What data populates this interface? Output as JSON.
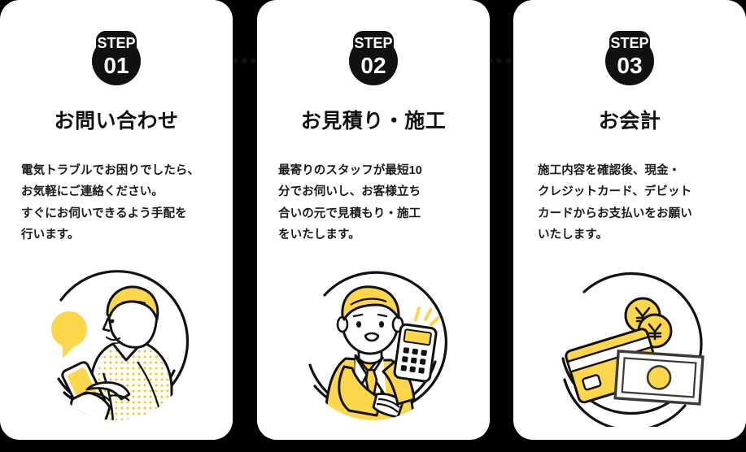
{
  "theme": {
    "background": "#000000",
    "card_background": "#ffffff",
    "ink": "#111111",
    "accent_yellow": "#FCD64B",
    "accent_yellow_dark": "#F5C518"
  },
  "connectors": [
    {
      "name": "connector-step1-step2",
      "style": "dotted",
      "dot_count": 17
    },
    {
      "name": "connector-step2-step3",
      "style": "dotted",
      "dot_count": 17
    }
  ],
  "cards": [
    {
      "badge_label": "STEP",
      "badge_number": "01",
      "title": "お問い合わせ",
      "body_lines": [
        "電気トラブルでお困りでしたら、",
        "お気軽にご連絡ください。",
        "すぐにお伺いできるよう手配を",
        "行います。"
      ],
      "illustration": "person-with-smartphone-icon"
    },
    {
      "badge_label": "STEP",
      "badge_number": "02",
      "title": "お見積り・施工",
      "body_lines": [
        "最寄りのスタッフが最短10",
        "分でお伺いし、お客様立ち",
        "合いの元で見積もり・施工",
        "をいたします。"
      ],
      "illustration": "staff-with-calculator-icon"
    },
    {
      "badge_label": "STEP",
      "badge_number": "03",
      "title": "お会計",
      "body_lines": [
        "施工内容を確認後、現金・",
        "クレジットカード、デビット",
        "カードからお支払いをお願い",
        "いたします。"
      ],
      "illustration": "payment-methods-icon"
    }
  ]
}
